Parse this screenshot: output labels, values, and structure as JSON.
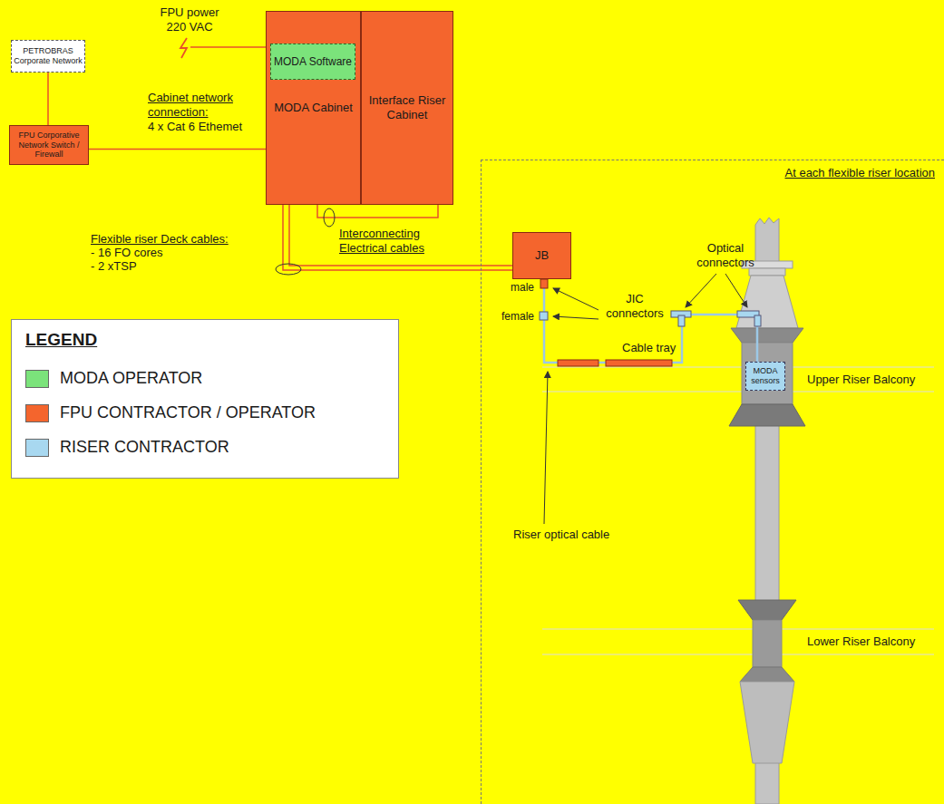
{
  "diagram": {
    "nodes": [
      {
        "text": [
          "PETROBRAS Corporate Network"
        ]
      },
      {
        "text": [
          "MODA Cabinet"
        ]
      },
      {
        "text": [
          "MODA Software"
        ],
        "in": 1
      },
      {
        "text": [
          "Interface Riser Cabinet"
        ]
      },
      {
        "text": [
          "FPU Corporative Network Switch / Firewall"
        ]
      },
      {
        "text": [
          "At each flexible riser location"
        ]
      },
      {
        "text": [
          "JB"
        ],
        "in": 5
      },
      {
        "text": [
          "MODA sensors"
        ],
        "in": 5
      }
    ],
    "edges": [
      {
        "from": 0,
        "to": 4,
        "arrow": "none"
      },
      {
        "from": 4,
        "to": 1,
        "arrow": "none"
      },
      {
        "from": 1,
        "to": 3,
        "arrow": "none"
      },
      {
        "from": 1,
        "to": 6,
        "arrow": "none"
      },
      {
        "from": 6,
        "to": 7,
        "arrow": "none"
      }
    ],
    "labels": [
      "FPU power 220 VAC",
      "Cabinet network connection:",
      "4 x Cat 6 Ethemet",
      "Flexible riser Deck cables:",
      "- 16 FO cores",
      "- 2 xTSP",
      "Interconnecting Electrical cables",
      "male",
      "female",
      "JIC connectors",
      "Optical connectors",
      "Cable tray",
      "Riser optical cable",
      "Upper Riser Balcony",
      "Lower Riser Balcony",
      "LEGEND"
    ],
    "legend": [
      {
        "text": "MODA OPERATOR",
        "color": "#7be37b"
      },
      {
        "text": "FPU CONTRACTOR / OPERATOR",
        "color": "#f4652d"
      },
      {
        "text": "RISER CONTRACTOR",
        "color": "#a8d8f0"
      }
    ]
  }
}
